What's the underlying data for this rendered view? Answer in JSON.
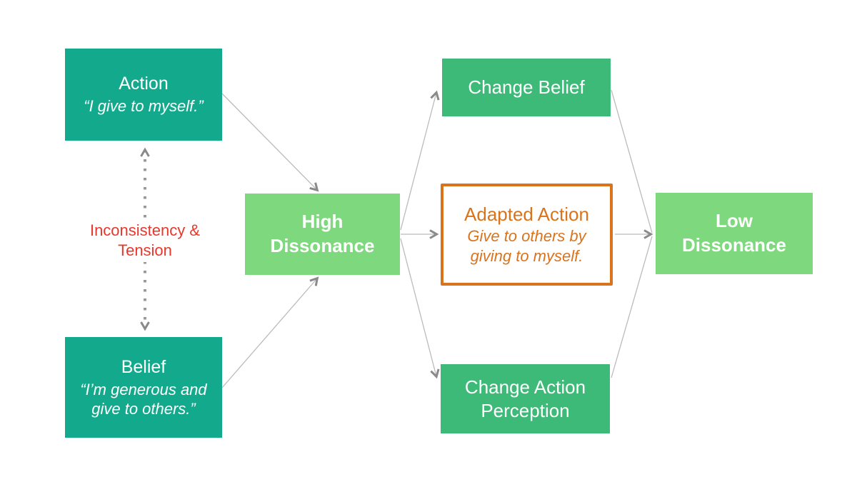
{
  "diagram": {
    "nodes": {
      "action": {
        "title": "Action",
        "subtitle": "“I give to myself.”"
      },
      "belief": {
        "title": "Belief",
        "subtitle": "“I’m generous and give to others.”"
      },
      "high_dissonance": {
        "title": "High Dissonance"
      },
      "change_belief": {
        "title": "Change Belief"
      },
      "adapted_action": {
        "title": "Adapted Action",
        "subtitle": "Give to others by giving to myself."
      },
      "change_action_perception": {
        "title": "Change Action Perception"
      },
      "low_dissonance": {
        "title": "Low Dissonance"
      }
    },
    "labels": {
      "tension": "Inconsistency & Tension"
    },
    "colors": {
      "teal": "#12a98c",
      "green": "#3eba78",
      "light_green": "#7ed87d",
      "orange": "#d9731c",
      "red": "#e8372b",
      "line_gray": "#bbbbbb",
      "arrow_gray": "#8a8a8a",
      "dot_gray": "#999999",
      "background": "#ffffff",
      "text_white": "#ffffff"
    }
  }
}
